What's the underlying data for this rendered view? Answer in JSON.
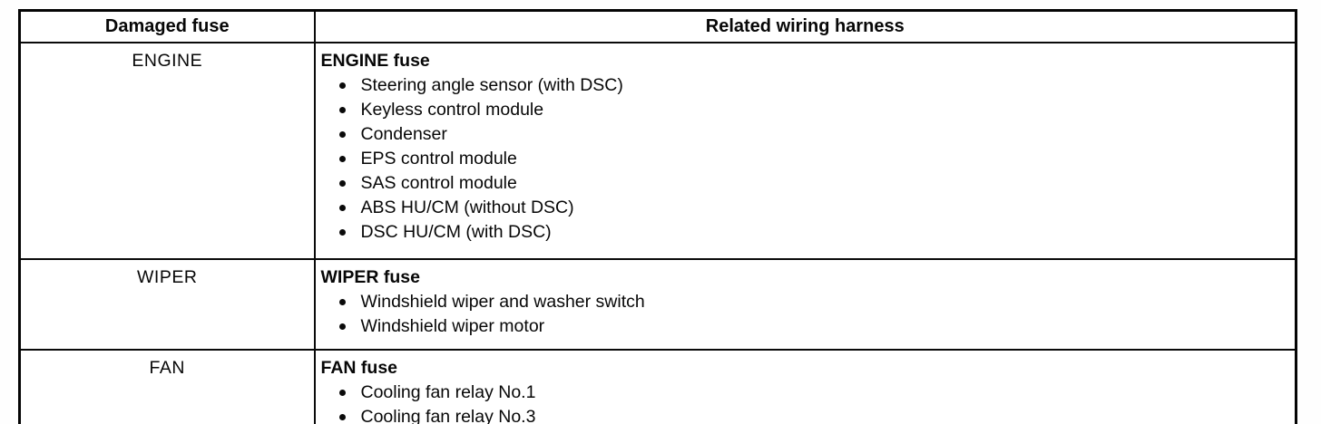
{
  "table": {
    "columns": [
      {
        "label": "Damaged fuse"
      },
      {
        "label": "Related wiring harness"
      }
    ],
    "rows": [
      {
        "fuse": "ENGINE",
        "harness_title": "ENGINE fuse",
        "items": [
          "Steering angle sensor (with DSC)",
          "Keyless control module",
          "Condenser",
          "EPS control module",
          "SAS control module",
          "ABS HU/CM (without DSC)",
          "DSC HU/CM (with DSC)"
        ]
      },
      {
        "fuse": "WIPER",
        "harness_title": "WIPER fuse",
        "items": [
          "Windshield wiper and washer switch",
          "Windshield wiper motor"
        ]
      },
      {
        "fuse": "FAN",
        "harness_title": "FAN fuse",
        "items": [
          "Cooling fan relay No.1",
          "Cooling fan relay No.3"
        ]
      }
    ]
  },
  "colors": {
    "ink": "#0a0a0a",
    "paper": "#ffffff"
  }
}
